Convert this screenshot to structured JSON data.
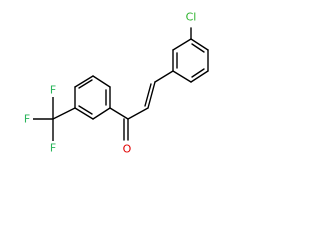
{
  "molecule": {
    "colors": {
      "bond": "#000000",
      "chlorine": "#2db32d",
      "fluorine": "#28b45a",
      "oxygen": "#e00000"
    },
    "atoms": {
      "chlorine": "Cl",
      "oxygen": "O",
      "fluorine_1": "F",
      "fluorine_2": "F",
      "fluorine_3": "F"
    }
  }
}
